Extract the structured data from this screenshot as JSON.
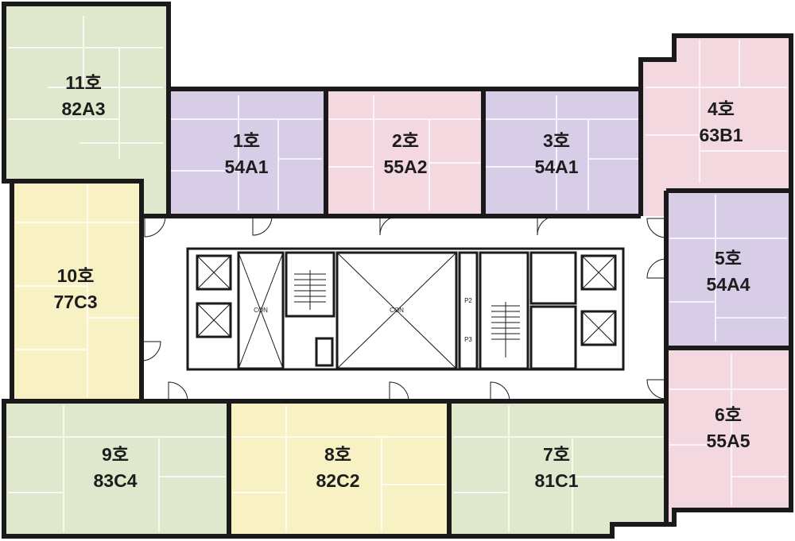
{
  "colors": {
    "green": "#dfe8cc",
    "purple": "#d8cde6",
    "pink": "#f3d8df",
    "yellow": "#f8f1c4",
    "corridor": "#ffffff",
    "wall": "#1a1a1a"
  },
  "units": [
    {
      "id": "11",
      "name": "11호",
      "type": "82A3",
      "color": "green"
    },
    {
      "id": "1",
      "name": "1호",
      "type": "54A1",
      "color": "purple"
    },
    {
      "id": "2",
      "name": "2호",
      "type": "55A2",
      "color": "pink"
    },
    {
      "id": "3",
      "name": "3호",
      "type": "54A1",
      "color": "purple"
    },
    {
      "id": "4",
      "name": "4호",
      "type": "63B1",
      "color": "pink"
    },
    {
      "id": "5",
      "name": "5호",
      "type": "54A4",
      "color": "purple"
    },
    {
      "id": "6",
      "name": "6호",
      "type": "55A5",
      "color": "pink"
    },
    {
      "id": "7",
      "name": "7호",
      "type": "81C1",
      "color": "green"
    },
    {
      "id": "8",
      "name": "8호",
      "type": "82C2",
      "color": "yellow"
    },
    {
      "id": "9",
      "name": "9호",
      "type": "83C4",
      "color": "green"
    },
    {
      "id": "10",
      "name": "10호",
      "type": "77C3",
      "color": "yellow"
    }
  ],
  "core": {
    "shaft_left": "CON",
    "shaft_center": "CON",
    "stair_tags": [
      "P2",
      "P3"
    ]
  }
}
